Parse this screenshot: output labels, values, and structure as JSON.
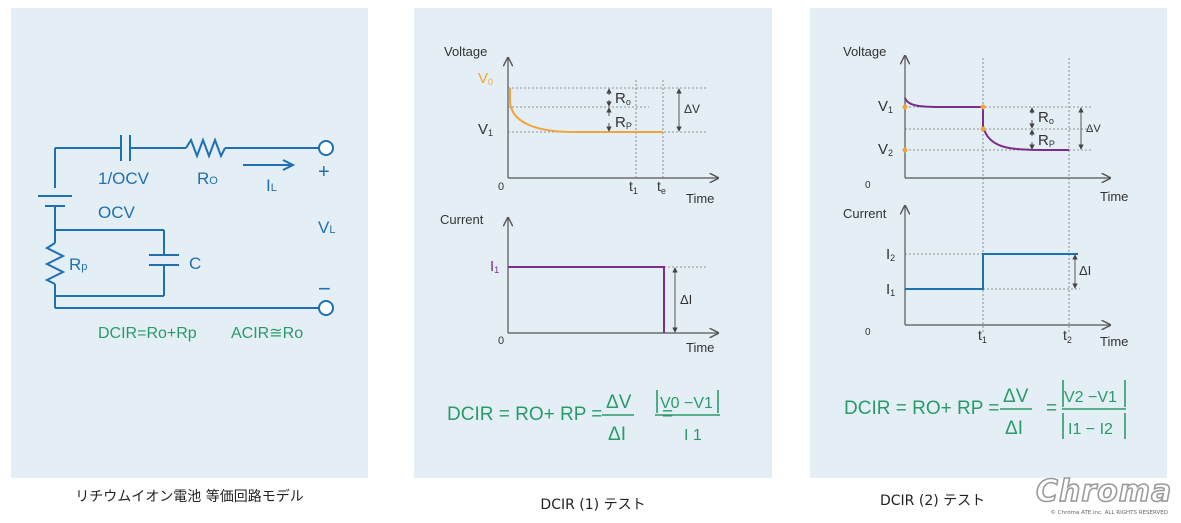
{
  "captions": {
    "model": "リチウムイオン電池 等価回路モデル",
    "dcir1": "DCIR (1) テスト",
    "dcir2": "DCIR (2) テスト"
  },
  "circuit": {
    "ocv_cap_label": "1/OCV",
    "ro_main": "R",
    "ro_sub": "O",
    "il_main": "I",
    "il_sub": "L",
    "plus": "+",
    "minus": "−",
    "vl_main": "V",
    "vl_sub": "L",
    "ocv_label": "OCV",
    "rp_main": "R",
    "rp_sub": "p",
    "c_label": "C",
    "dcir_formula": "DCIR=Ro+Rp",
    "acir_formula": "ACIR≅Ro"
  },
  "dcir1": {
    "voltage_label": "Voltage",
    "v0_main": "V",
    "v0_sub": "0",
    "v1_main": "V",
    "v1_sub": "1",
    "ro_main": "R",
    "ro_sub": "o",
    "rp_main": "R",
    "rp_sub": "P",
    "delta_v": "ΔV",
    "origin": "0",
    "t1_main": "t",
    "t1_sub": "1",
    "te_main": "t",
    "te_sub": "e",
    "time_label": "Time",
    "current_label": "Current",
    "i1_main": "I",
    "i1_sub": "1",
    "delta_i": "ΔI",
    "origin2": "0",
    "time_label2": "Time",
    "formula_lhs": "DCIR = RO+ RP =",
    "frac1_num": "ΔV",
    "frac1_den": "ΔI",
    "frac2_num": "V0 −V1",
    "frac2_den": "I 1"
  },
  "dcir2": {
    "voltage_label": "Voltage",
    "v1_main": "V",
    "v1_sub": "1",
    "v2_main": "V",
    "v2_sub": "2",
    "ro_main": "R",
    "ro_sub": "o",
    "rp_main": "R",
    "rp_sub": "P",
    "delta_v": "ΔV",
    "origin": "0",
    "time_label": "Time",
    "current_label": "Current",
    "i2_main": "I",
    "i2_sub": "2",
    "i1_main": "I",
    "i1_sub": "1",
    "delta_i": "ΔI",
    "origin2": "0",
    "t1_main": "t",
    "t1_sub": "1",
    "t2_main": "t",
    "t2_sub": "2",
    "time_label2": "Time",
    "formula_lhs": "DCIR = RO+ RP =",
    "frac1_num": "ΔV",
    "frac1_den": "ΔI",
    "frac2_num": "V2 −V1",
    "frac2_den": "I1 − I2"
  },
  "logo": {
    "word": "Chroma",
    "copyright": "© Chroma ATE Inc. ALL RIGHTS RESERVED"
  },
  "colors": {
    "panel": "#e3eff5",
    "circuit": "#1f6fb3",
    "formula_green": "#2a9a6b",
    "voltage_orange": "#f2a43a",
    "current_purple": "#7b2d8b",
    "current_blue": "#1f6fb3"
  }
}
